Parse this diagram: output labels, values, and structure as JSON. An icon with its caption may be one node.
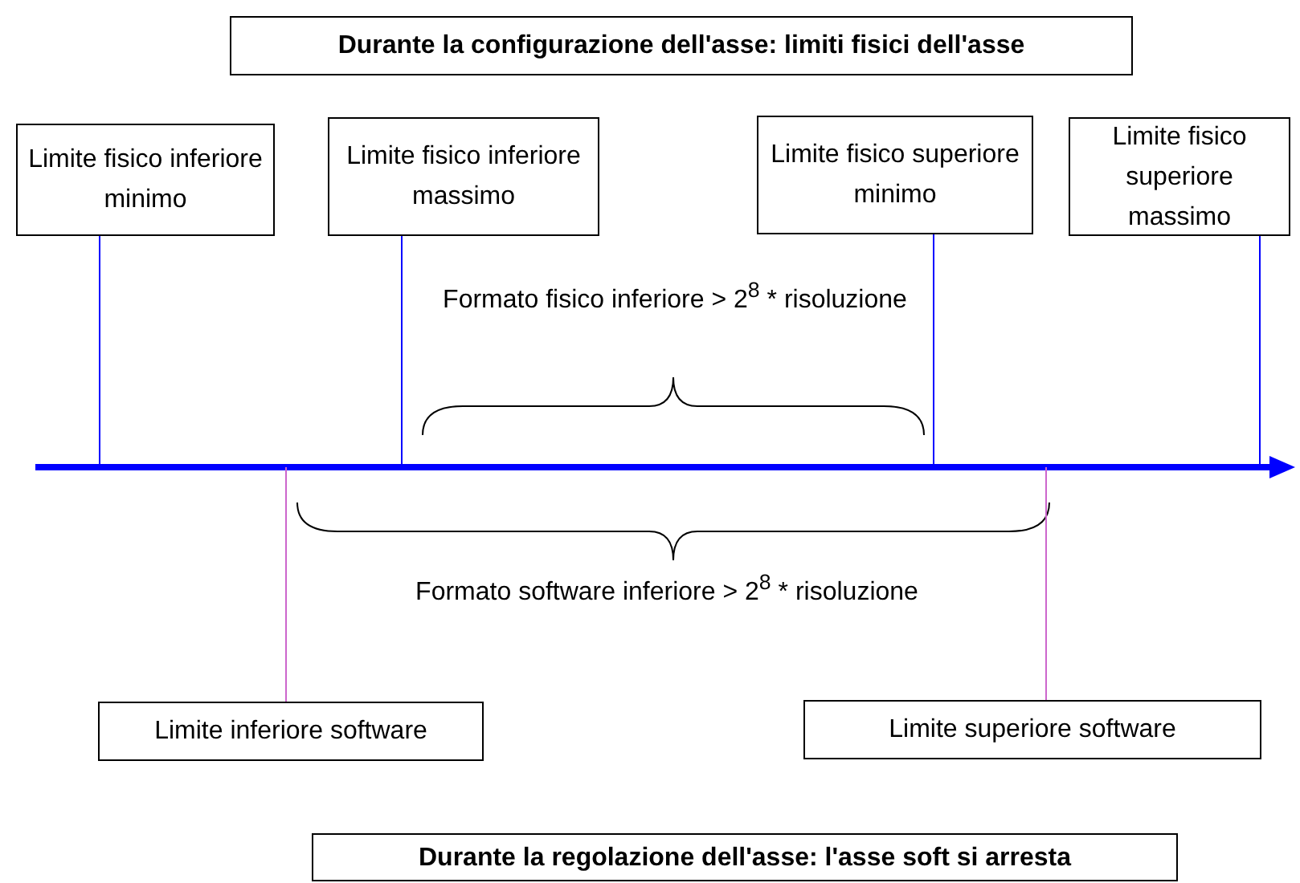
{
  "diagram": {
    "nodes": [
      {
        "text": [
          "Durante la configurazione dell'asse: limiti fisici dell'asse"
        ]
      },
      {
        "text": [
          "Limite fisico inferiore minimo"
        ]
      },
      {
        "text": [
          "Limite fisico inferiore massimo"
        ]
      },
      {
        "text": [
          "Limite fisico superiore minimo"
        ]
      },
      {
        "text": [
          "Limite fisico superiore massimo"
        ]
      },
      {
        "text": [
          "Limite inferiore software"
        ]
      },
      {
        "text": [
          "Limite superiore software"
        ]
      },
      {
        "text": [
          "Durante la regolazione dell'asse: l'asse soft si arresta"
        ]
      }
    ],
    "edges": [
      {
        "from": 1,
        "to": null,
        "arrow": "none"
      },
      {
        "from": 2,
        "to": null,
        "arrow": "none"
      },
      {
        "from": 3,
        "to": null,
        "arrow": "none"
      },
      {
        "from": 4,
        "to": null,
        "arrow": "none"
      },
      {
        "from": 5,
        "to": null,
        "arrow": "none",
        "color": "#cc66cc"
      },
      {
        "from": 6,
        "to": null,
        "arrow": "none",
        "color": "#cc66cc"
      }
    ],
    "labels": [
      "Formato fisico inferiore > 2$^{8}$ * risoluzione",
      "Formato software inferiore > 2$^{8}$ * risoluzione"
    ]
  }
}
